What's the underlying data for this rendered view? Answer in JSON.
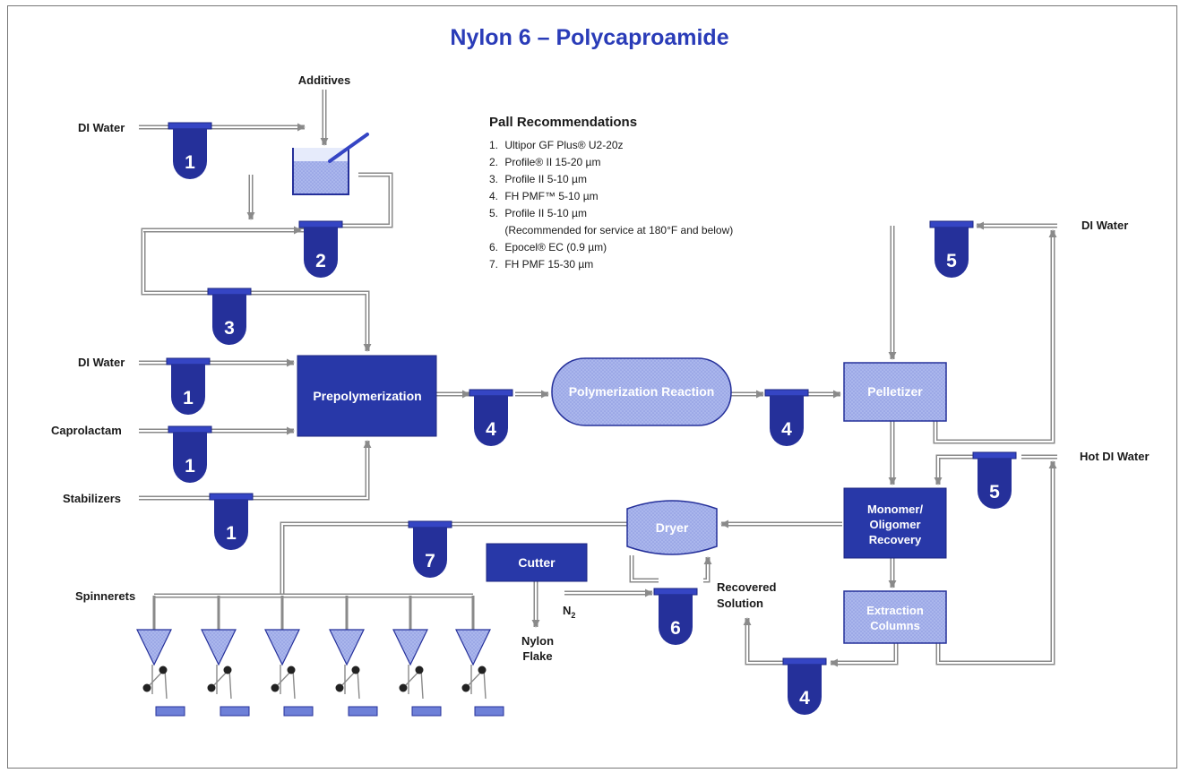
{
  "title": "Nylon 6 – Polycaproamide",
  "colors": {
    "title": "#2a3cb8",
    "filter_body": "#25309a",
    "filter_cap": "#3545c4",
    "dark_box": "#2838a8",
    "light_box": "#a9b6ee",
    "pipe": "#8a8a8a",
    "pipe_inner": "#ffffff",
    "label_text": "#1a1a1a"
  },
  "recommendations": {
    "heading": "Pall Recommendations",
    "items": [
      {
        "num": "1.",
        "text": "Ultipor GF Plus® U2-20z"
      },
      {
        "num": "2.",
        "text": "Profile® II 15-20 µm"
      },
      {
        "num": "3.",
        "text": "Profile II 5-10 µm"
      },
      {
        "num": "4.",
        "text": "FH PMF™ 5-10 µm"
      },
      {
        "num": "5.",
        "text": "Profile II 5-10 µm"
      },
      {
        "num": "",
        "text": "(Recommended for service at 180°F and below)"
      },
      {
        "num": "6.",
        "text": "Epocel® EC (0.9 µm)"
      },
      {
        "num": "7.",
        "text": "FH PMF 15-30 µm"
      }
    ]
  },
  "nodes": {
    "prepolymerization": "Prepolymerization",
    "polymerization": "Polymerization Reaction",
    "pelletizer": "Pelletizer",
    "monomer": [
      "Monomer/",
      "Oligomer",
      "Recovery"
    ],
    "extraction": [
      "Extraction",
      "Columns"
    ],
    "dryer": "Dryer",
    "cutter": "Cutter"
  },
  "labels": {
    "additives": "Additives",
    "di_water_top": "DI Water",
    "di_water_mid": "DI Water",
    "caprolactam": "Caprolactam",
    "stabilizers": "Stabilizers",
    "di_water_right": "DI Water",
    "hot_di_water": "Hot DI Water",
    "spinnerets": "Spinnerets",
    "nylon_flake": [
      "Nylon",
      "Flake"
    ],
    "n2": "N",
    "n2_sub": "2",
    "recovered_solution": [
      "Recovered",
      "Solution"
    ]
  },
  "filters": [
    "1",
    "2",
    "3",
    "1",
    "1",
    "1",
    "4",
    "4",
    "5",
    "5",
    "7",
    "6",
    "4"
  ]
}
